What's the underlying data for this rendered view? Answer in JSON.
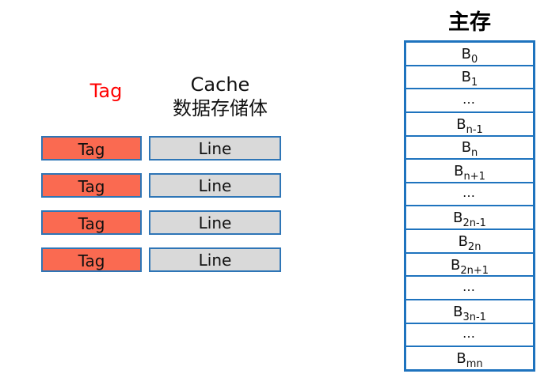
{
  "cache": {
    "tag_header": "Tag",
    "header_line1": "Cache",
    "header_line2": "数据存储体",
    "rows": [
      {
        "tag": "Tag",
        "line": "Line"
      },
      {
        "tag": "Tag",
        "line": "Line"
      },
      {
        "tag": "Tag",
        "line": "Line"
      },
      {
        "tag": "Tag",
        "line": "Line"
      }
    ]
  },
  "memory": {
    "title": "主存",
    "rows": [
      {
        "base": "B",
        "sub": "0"
      },
      {
        "base": "B",
        "sub": "1"
      },
      {
        "dots": "…"
      },
      {
        "base": "B",
        "sub": "n-1"
      },
      {
        "base": "B",
        "sub": "n"
      },
      {
        "base": "B",
        "sub": "n+1"
      },
      {
        "dots": "…"
      },
      {
        "base": "B",
        "sub": "2n-1"
      },
      {
        "base": "B",
        "sub": "2n"
      },
      {
        "base": "B",
        "sub": "2n+1"
      },
      {
        "dots": "…"
      },
      {
        "base": "B",
        "sub": "3n-1"
      },
      {
        "dots": "…"
      },
      {
        "base": "B",
        "sub": "mn"
      }
    ]
  },
  "colors": {
    "tag_fill": "#fa6a51",
    "line_fill": "#d9d9d9",
    "border_blue": "#1e73be",
    "box_border_blue": "#2e75b6",
    "header_red": "#ff0000",
    "text": "#111111"
  }
}
